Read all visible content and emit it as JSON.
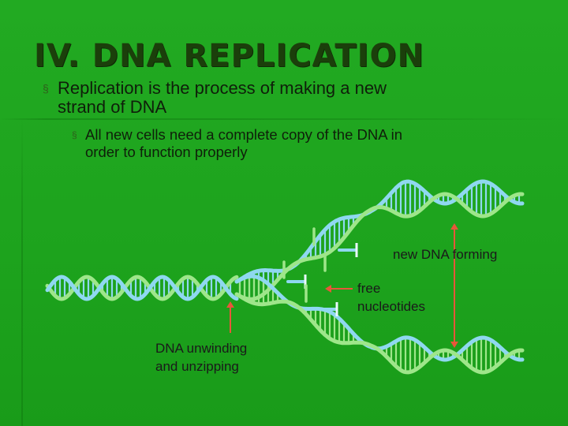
{
  "slide": {
    "title": "IV. DNA REPLICATION",
    "bullets": [
      {
        "text_line1": "Replication is the process of making a new",
        "text_line2": "strand of DNA",
        "sub": {
          "text_line1": "All new cells need a complete copy of the DNA in",
          "text_line2": "order to function properly"
        }
      }
    ]
  },
  "diagram": {
    "labels": {
      "new_dna": "new DNA forming",
      "free_line1": "free",
      "free_line2": "nucleotides",
      "unwind_line1": "DNA unwinding",
      "unwind_line2": "and unzipping"
    },
    "colors": {
      "background": "#1fa51f",
      "strand_light_blue": "#8fd8f0",
      "strand_light_green": "#9ee68a",
      "arrow_red": "#e8563a",
      "title_dark_green": "#1b3f0b"
    }
  }
}
